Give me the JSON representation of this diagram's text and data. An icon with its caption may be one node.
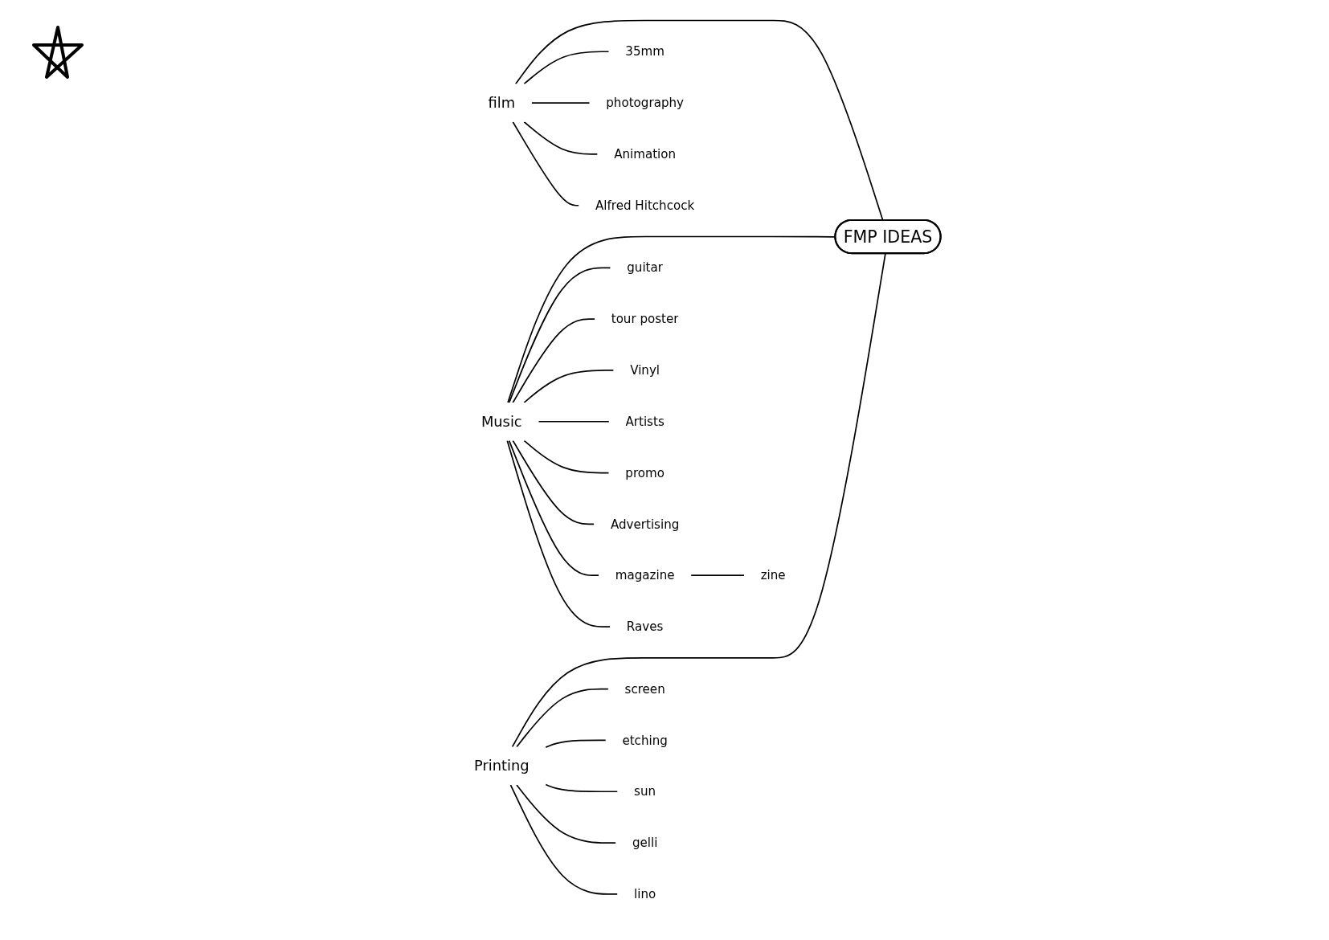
{
  "diagram": {
    "nodes": [
      {
        "text": [
          "FMP IDEAS"
        ]
      },
      {
        "text": [
          "film"
        ]
      },
      {
        "text": [
          "Music"
        ]
      },
      {
        "text": [
          "Printing"
        ]
      },
      {
        "text": [
          "35mm"
        ]
      },
      {
        "text": [
          "photography"
        ]
      },
      {
        "text": [
          "Animation"
        ]
      },
      {
        "text": [
          "Alfred Hitchcock"
        ]
      },
      {
        "text": [
          "guitar"
        ]
      },
      {
        "text": [
          "tour poster"
        ]
      },
      {
        "text": [
          "Vinyl"
        ]
      },
      {
        "text": [
          "Artists"
        ]
      },
      {
        "text": [
          "promo"
        ]
      },
      {
        "text": [
          "Advertising"
        ]
      },
      {
        "text": [
          "magazine"
        ]
      },
      {
        "text": [
          "zine"
        ]
      },
      {
        "text": [
          "Raves"
        ]
      },
      {
        "text": [
          "screen"
        ]
      },
      {
        "text": [
          "etching"
        ]
      },
      {
        "text": [
          "sun"
        ]
      },
      {
        "text": [
          "gelli"
        ]
      },
      {
        "text": [
          "lino"
        ]
      }
    ],
    "edges": [
      {
        "from": 1,
        "to": 0,
        "arrow": "none"
      },
      {
        "from": 2,
        "to": 0,
        "arrow": "none"
      },
      {
        "from": 3,
        "to": 0,
        "arrow": "none"
      },
      {
        "from": 1,
        "to": 4,
        "arrow": "none"
      },
      {
        "from": 1,
        "to": 5,
        "arrow": "none"
      },
      {
        "from": 1,
        "to": 6,
        "arrow": "none"
      },
      {
        "from": 1,
        "to": 7,
        "arrow": "none"
      },
      {
        "from": 2,
        "to": 8,
        "arrow": "none"
      },
      {
        "from": 2,
        "to": 9,
        "arrow": "none"
      },
      {
        "from": 2,
        "to": 10,
        "arrow": "none"
      },
      {
        "from": 2,
        "to": 11,
        "arrow": "none"
      },
      {
        "from": 2,
        "to": 12,
        "arrow": "none"
      },
      {
        "from": 2,
        "to": 13,
        "arrow": "none"
      },
      {
        "from": 2,
        "to": 14,
        "arrow": "none"
      },
      {
        "from": 14,
        "to": 15,
        "arrow": "none"
      },
      {
        "from": 2,
        "to": 16,
        "arrow": "none"
      },
      {
        "from": 3,
        "to": 17,
        "arrow": "none"
      },
      {
        "from": 3,
        "to": 18,
        "arrow": "none"
      },
      {
        "from": 3,
        "to": 19,
        "arrow": "none"
      },
      {
        "from": 3,
        "to": 20,
        "arrow": "none"
      },
      {
        "from": 3,
        "to": 21,
        "arrow": "none"
      }
    ]
  }
}
